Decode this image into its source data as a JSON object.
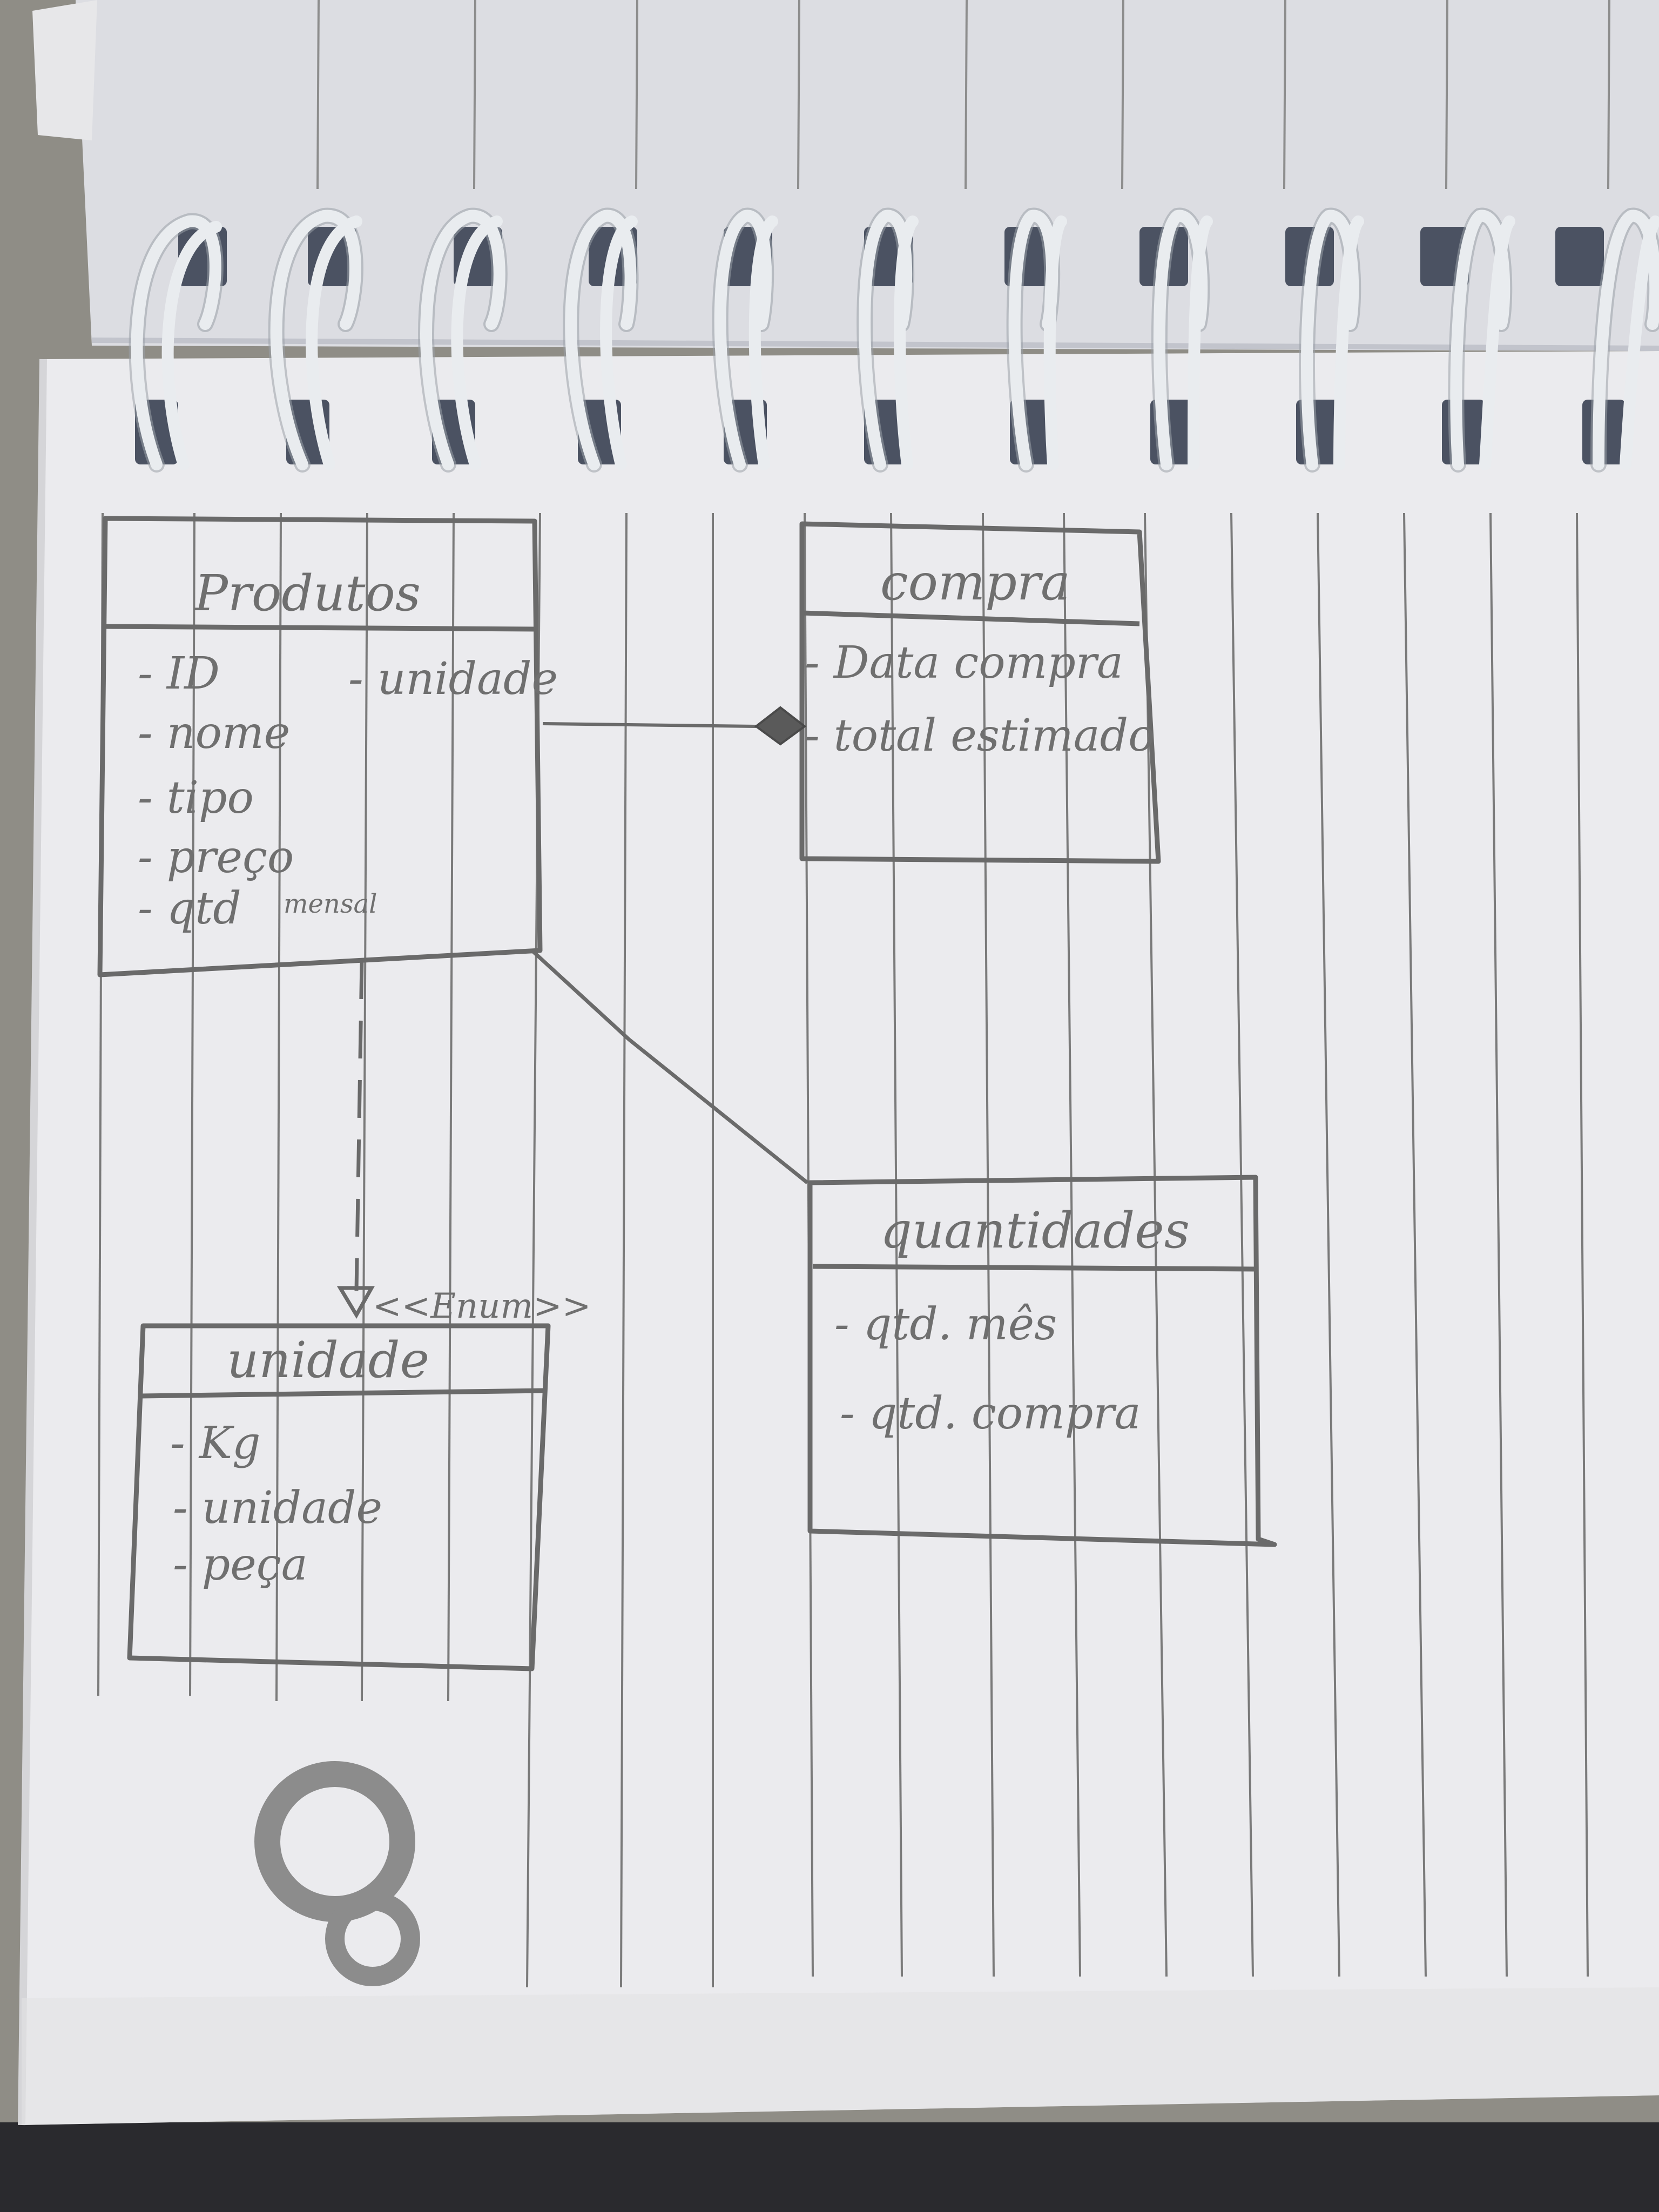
{
  "diagram": {
    "produtos": {
      "title": "Produtos",
      "attributes": [
        "- ID",
        "- nome",
        "- tipo",
        "- preço",
        "- qtd"
      ],
      "side_attribute": "- unidade",
      "note": "mensal"
    },
    "compra": {
      "title": "compra",
      "attributes": [
        "- Data compra",
        "- total estimado"
      ]
    },
    "quantidades": {
      "title": "quantidades",
      "attributes": [
        "- qtd. mês",
        "- qtd. compra"
      ]
    },
    "unidade": {
      "stereotype": "<<Enum>>",
      "title": "unidade",
      "values": [
        "- Kg",
        "- unidade",
        "- peça"
      ]
    },
    "connections": [
      {
        "from": "produtos",
        "to": "compra",
        "type": "composition"
      },
      {
        "from": "produtos",
        "to": "quantidades",
        "type": "association"
      },
      {
        "from": "produtos",
        "to": "unidade",
        "type": "dependency"
      }
    ]
  },
  "colors": {
    "paper": "#ebebee",
    "pencil": "#6a6a6a",
    "ruled_lines": "#7a7a7a",
    "logo": "#8c8c8c"
  },
  "icons": [
    "spiral-binding-icon",
    "notebook-logo-icon"
  ]
}
